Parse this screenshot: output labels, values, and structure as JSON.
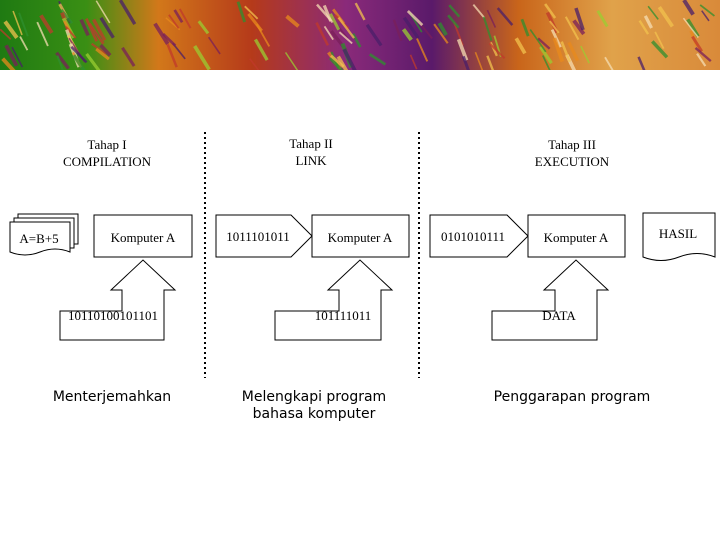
{
  "stages": [
    {
      "title": "Tahap I",
      "subtitle": "COMPILATION",
      "caption_lines": [
        "Menterjemahkan"
      ]
    },
    {
      "title": "Tahap II",
      "subtitle": "LINK",
      "caption_lines": [
        "Melengkapi program",
        "bahasa komputer"
      ]
    },
    {
      "title": "Tahap III",
      "subtitle": "EXECUTION",
      "caption_lines": [
        "Penggarapan program"
      ]
    }
  ],
  "flow": {
    "source_doc": "A=B+5",
    "computer_1": "Komputer A",
    "binary_out_1": "1011101011",
    "computer_2": "Komputer A",
    "binary_out_2": "0101010111",
    "computer_3": "Komputer A",
    "result": "HASIL"
  },
  "feeds": {
    "input_1": "10110100101101",
    "input_2": "101111011",
    "input_3": "DATA"
  },
  "colors": {
    "stroke": "#000000",
    "background": "#ffffff"
  }
}
